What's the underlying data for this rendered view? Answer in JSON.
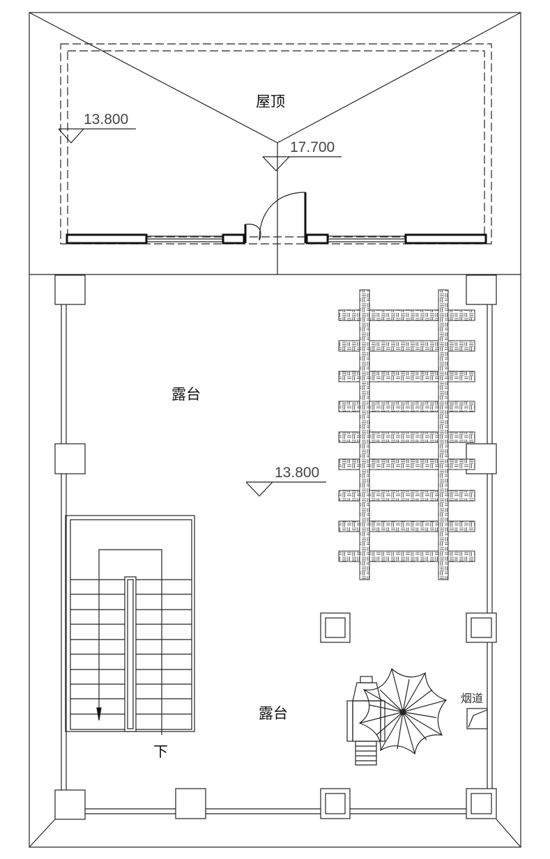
{
  "labels": {
    "roof": "屋顶",
    "terrace_upper": "露台",
    "terrace_lower": "露台",
    "stair_down": "下",
    "chimney": "烟道"
  },
  "elevations": {
    "roof_eave": "13.800",
    "roof_ridge": "17.700",
    "terrace": "13.800"
  },
  "colors": {
    "line": "#222222",
    "background": "#ffffff"
  }
}
